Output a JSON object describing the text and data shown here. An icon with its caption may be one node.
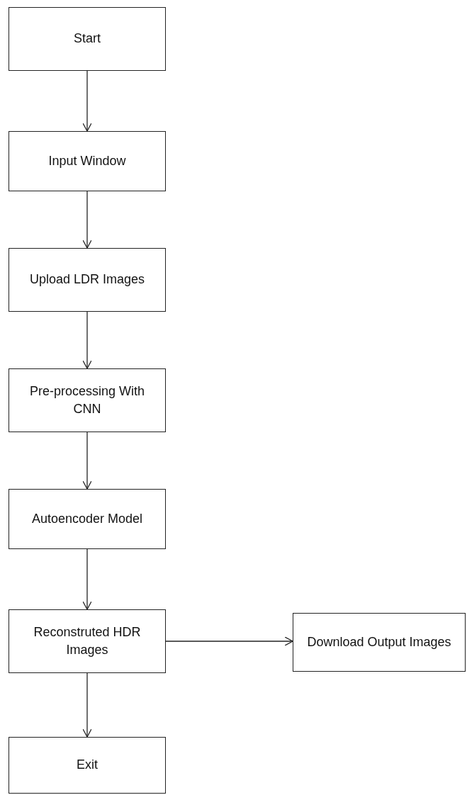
{
  "diagram": {
    "nodes": [
      {
        "text": [
          "Start"
        ]
      },
      {
        "text": [
          "Input Window"
        ]
      },
      {
        "text": [
          "Upload LDR Images"
        ]
      },
      {
        "text": [
          "Pre-processing With CNN"
        ]
      },
      {
        "text": [
          "Autoencoder Model"
        ]
      },
      {
        "text": [
          "Reconstruted HDR Images"
        ]
      },
      {
        "text": [
          "Download Output Images"
        ]
      },
      {
        "text": [
          "Exit"
        ]
      }
    ],
    "edges": [
      {
        "from": 0,
        "to": 1,
        "arrow": "to"
      },
      {
        "from": 1,
        "to": 2,
        "arrow": "to"
      },
      {
        "from": 2,
        "to": 3,
        "arrow": "to"
      },
      {
        "from": 3,
        "to": 4,
        "arrow": "to"
      },
      {
        "from": 4,
        "to": 5,
        "arrow": "to"
      },
      {
        "from": 5,
        "to": 6,
        "arrow": "to"
      },
      {
        "from": 5,
        "to": 7,
        "arrow": "to"
      }
    ]
  }
}
